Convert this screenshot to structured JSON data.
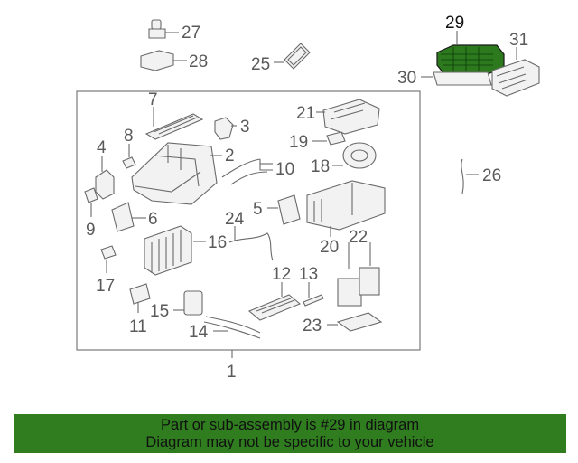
{
  "colors": {
    "highlight": "#2d7a1e",
    "banner": "#2f7d1f",
    "line": "#6a6a6a"
  },
  "callouts": [
    {
      "id": "27",
      "text": "27"
    },
    {
      "id": "28",
      "text": "28"
    },
    {
      "id": "25",
      "text": "25"
    },
    {
      "id": "29",
      "text": "29",
      "highlighted": true
    },
    {
      "id": "30",
      "text": "30"
    },
    {
      "id": "31",
      "text": "31"
    },
    {
      "id": "7",
      "text": "7"
    },
    {
      "id": "3",
      "text": "3"
    },
    {
      "id": "8",
      "text": "8"
    },
    {
      "id": "2",
      "text": "2"
    },
    {
      "id": "4",
      "text": "4"
    },
    {
      "id": "10",
      "text": "10"
    },
    {
      "id": "21",
      "text": "21"
    },
    {
      "id": "19",
      "text": "19"
    },
    {
      "id": "18",
      "text": "18"
    },
    {
      "id": "26",
      "text": "26"
    },
    {
      "id": "9",
      "text": "9"
    },
    {
      "id": "6",
      "text": "6"
    },
    {
      "id": "5",
      "text": "5"
    },
    {
      "id": "24",
      "text": "24"
    },
    {
      "id": "16",
      "text": "16"
    },
    {
      "id": "20",
      "text": "20"
    },
    {
      "id": "22",
      "text": "22"
    },
    {
      "id": "17",
      "text": "17"
    },
    {
      "id": "12",
      "text": "12"
    },
    {
      "id": "13",
      "text": "13"
    },
    {
      "id": "15",
      "text": "15"
    },
    {
      "id": "11",
      "text": "11"
    },
    {
      "id": "14",
      "text": "14"
    },
    {
      "id": "23",
      "text": "23"
    },
    {
      "id": "1",
      "text": "1"
    }
  ],
  "banner": {
    "line1": "Part or sub-assembly is #29 in diagram",
    "line2": "Diagram may not be specific to your vehicle"
  }
}
